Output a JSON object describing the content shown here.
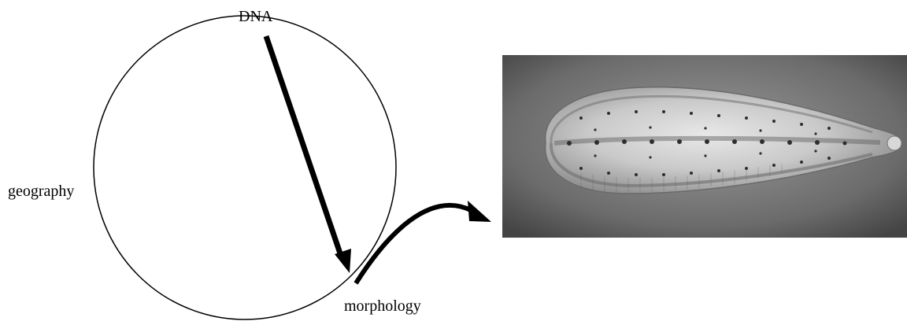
{
  "labels": {
    "top": "DNA",
    "left": "geography",
    "bottom": "morphology"
  },
  "photo": {
    "subject": "flatworm specimen, grayscale micrograph"
  },
  "colors": {
    "stroke": "#000000",
    "background": "#ffffff"
  }
}
